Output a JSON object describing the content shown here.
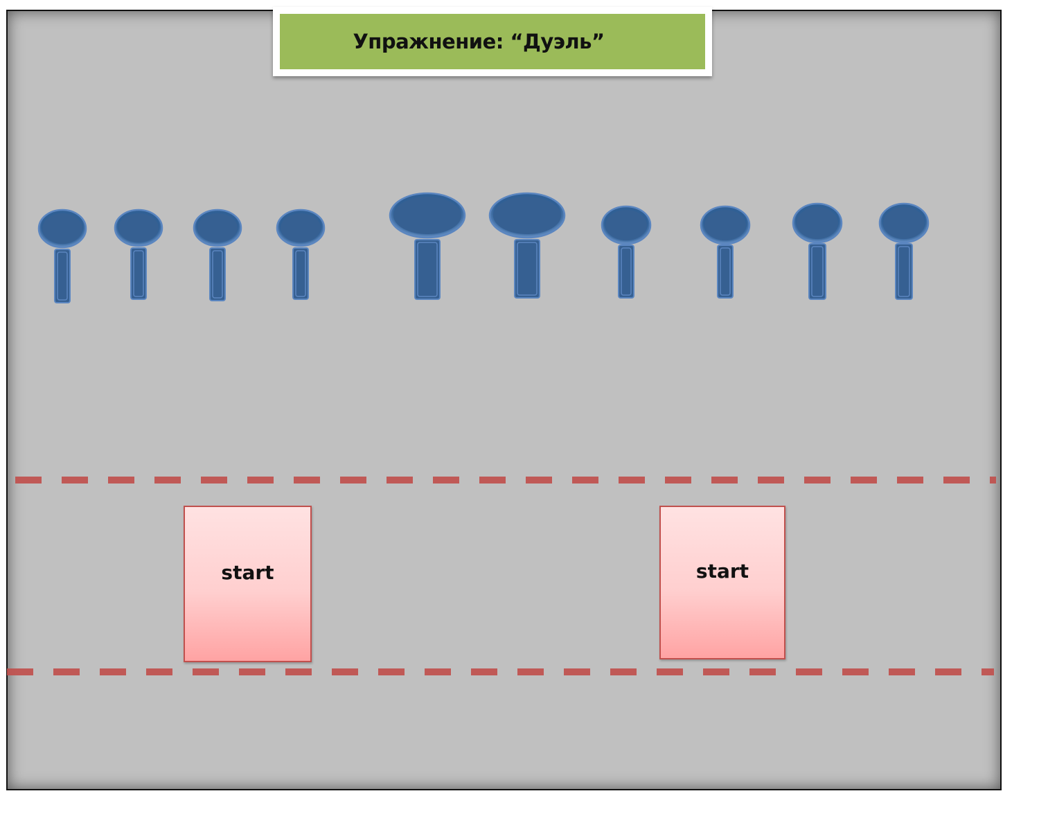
{
  "title": "Упражнение: “Дуэль”",
  "colors": {
    "field": "#c0c0c0",
    "title_bar": "#9bbb59",
    "cone": "#366092",
    "cone_outline": "#5b86c0",
    "dash": "#c0504d",
    "start_box_top": "#ffe2e2",
    "start_box_bottom": "#ffa3a3"
  },
  "markers": {
    "count": 10,
    "icon": "cone-marker-icon"
  },
  "start_boxes": [
    {
      "label": "start"
    },
    {
      "label": "start"
    }
  ]
}
